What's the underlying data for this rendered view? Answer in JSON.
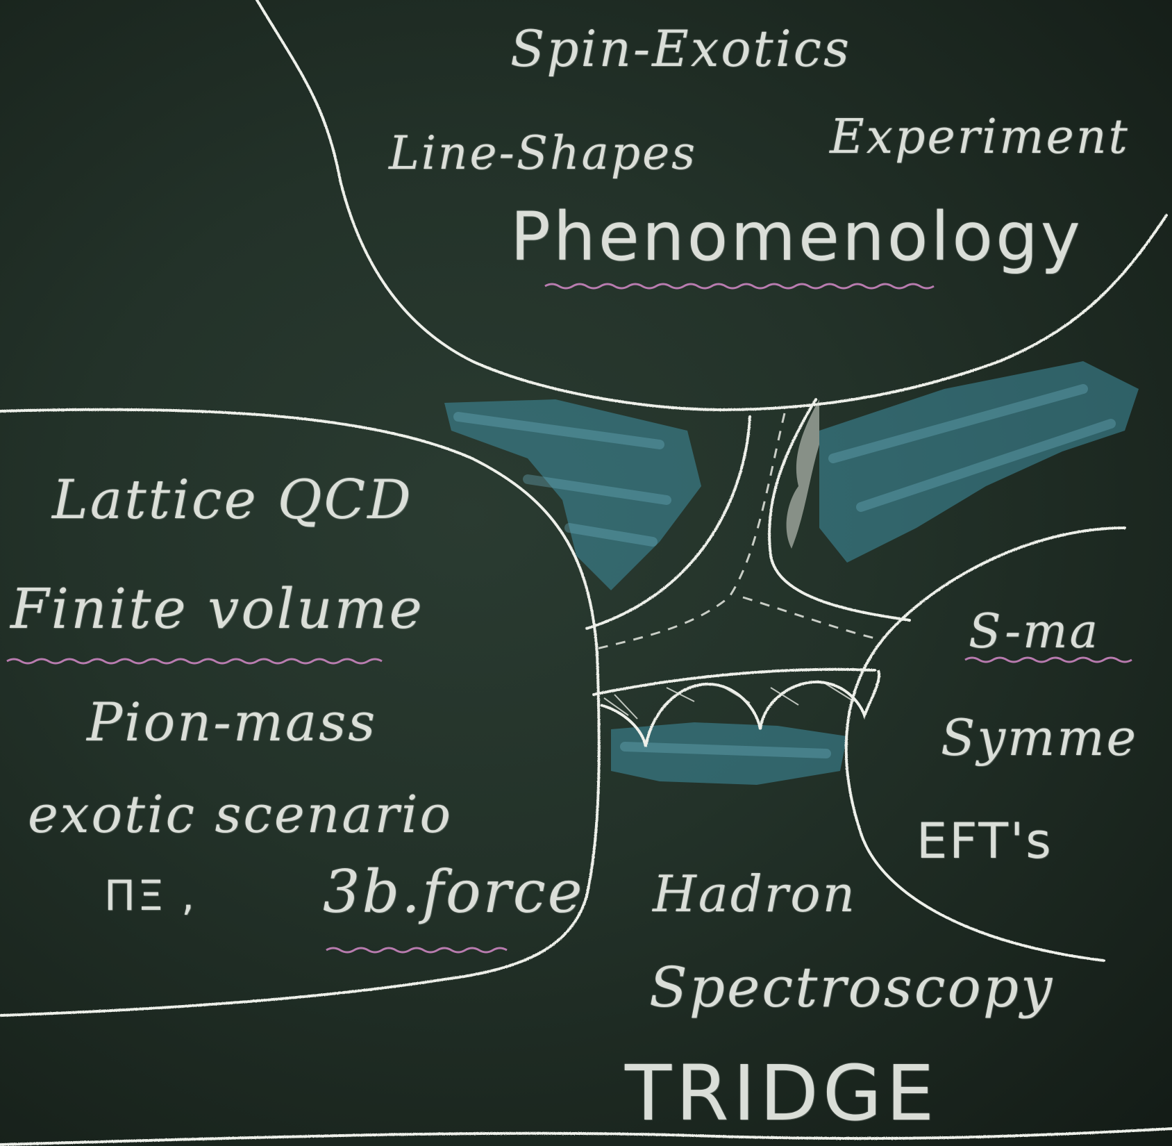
{
  "colors": {
    "board": "#233229",
    "chalk_white": "#e9ece6",
    "chalk_blue": "#3f8fa3",
    "chalk_pink": "#d48ac8"
  },
  "phenomenology": {
    "line1": "Spin-Exotics",
    "line2a": "Line-Shapes",
    "line2b": "Experiment",
    "title": "Phenomenology"
  },
  "lattice": {
    "title": "Lattice QCD",
    "finite": "Finite volume",
    "pion": "Pion-mass",
    "exotic": "exotic scenario",
    "symbols": "ΠΞ ,",
    "force": "3b.force"
  },
  "right": {
    "smat": "S-ma",
    "symm": "Symme",
    "efts": "EFT's"
  },
  "bottom": {
    "hadron": "Hadron",
    "spectroscopy": "Spectroscopy",
    "tridge": "TRIDGE"
  }
}
